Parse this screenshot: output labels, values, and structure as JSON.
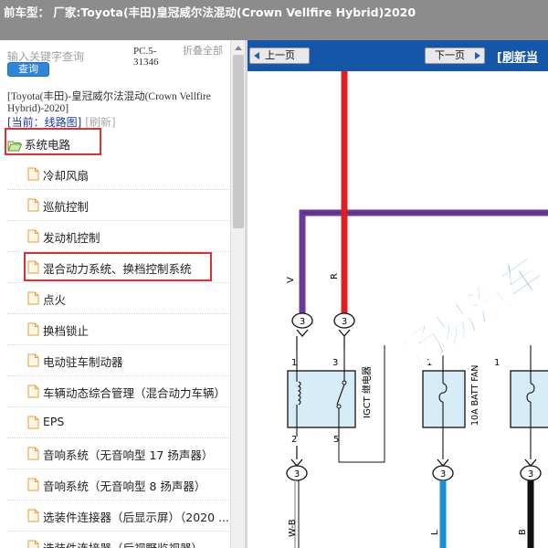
{
  "window": {
    "title": "前车型：  厂家:Toyota(丰田)皇冠威尔法混动(Crown Vellfire Hybrid)2020"
  },
  "search": {
    "placeholder": "输入关键字查询",
    "button_label": "查询"
  },
  "pc_code": "PC.5-31346",
  "collapse_all_label": "折叠全部",
  "vehicle_path": "[Toyota(丰田)-皇冠威尔法混动(Crown Vellfire Hybrid)-2020]",
  "breadcrumb": {
    "current": "[当前：线路图]",
    "refresh": "[刷新]"
  },
  "tree": {
    "root": {
      "label": "系统电路",
      "icon": "folder-open-icon"
    },
    "items": [
      {
        "label": "冷却风扇"
      },
      {
        "label": "巡航控制"
      },
      {
        "label": "发动机控制"
      },
      {
        "label": "混合动力系统、换档控制系统"
      },
      {
        "label": "点火"
      },
      {
        "label": "换档锁止"
      },
      {
        "label": "电动驻车制动器"
      },
      {
        "label": "车辆动态综合管理（混合动力车辆）"
      },
      {
        "label": "EPS"
      },
      {
        "label": "音响系统（无音响型 17 扬声器）"
      },
      {
        "label": "音响系统（无音响型 8 扬声器）"
      },
      {
        "label": "选装件连接器（后显示屏）（2020 ..."
      },
      {
        "label": "选装件连接器（后视野监视器）"
      }
    ],
    "selected_label": "混合动力系统、换档控制系统"
  },
  "viewer": {
    "prev_label": "上一页",
    "next_label": "下一页",
    "refresh_label": "[刷新当"
  },
  "diagram": {
    "wire_labels": {
      "v": "V",
      "r": "R",
      "wb": "W-B",
      "l": "L",
      "b": "B"
    },
    "connector_number": "3",
    "pin_labels": {
      "p1a": "1",
      "p3": "3",
      "p2": "2",
      "p5": "5",
      "p1b": "1",
      "p1c": "1"
    },
    "relay_name": "IGCT 继电器",
    "fuse_label": "10A BATT FAN",
    "colors": {
      "purple": "#6a3a9a",
      "red": "#e02020",
      "blue": "#1a8fd8",
      "black": "#111111",
      "relay_fill": "#d6ecf7"
    }
  },
  "watermark": {
    "text": "畅易汽车"
  }
}
